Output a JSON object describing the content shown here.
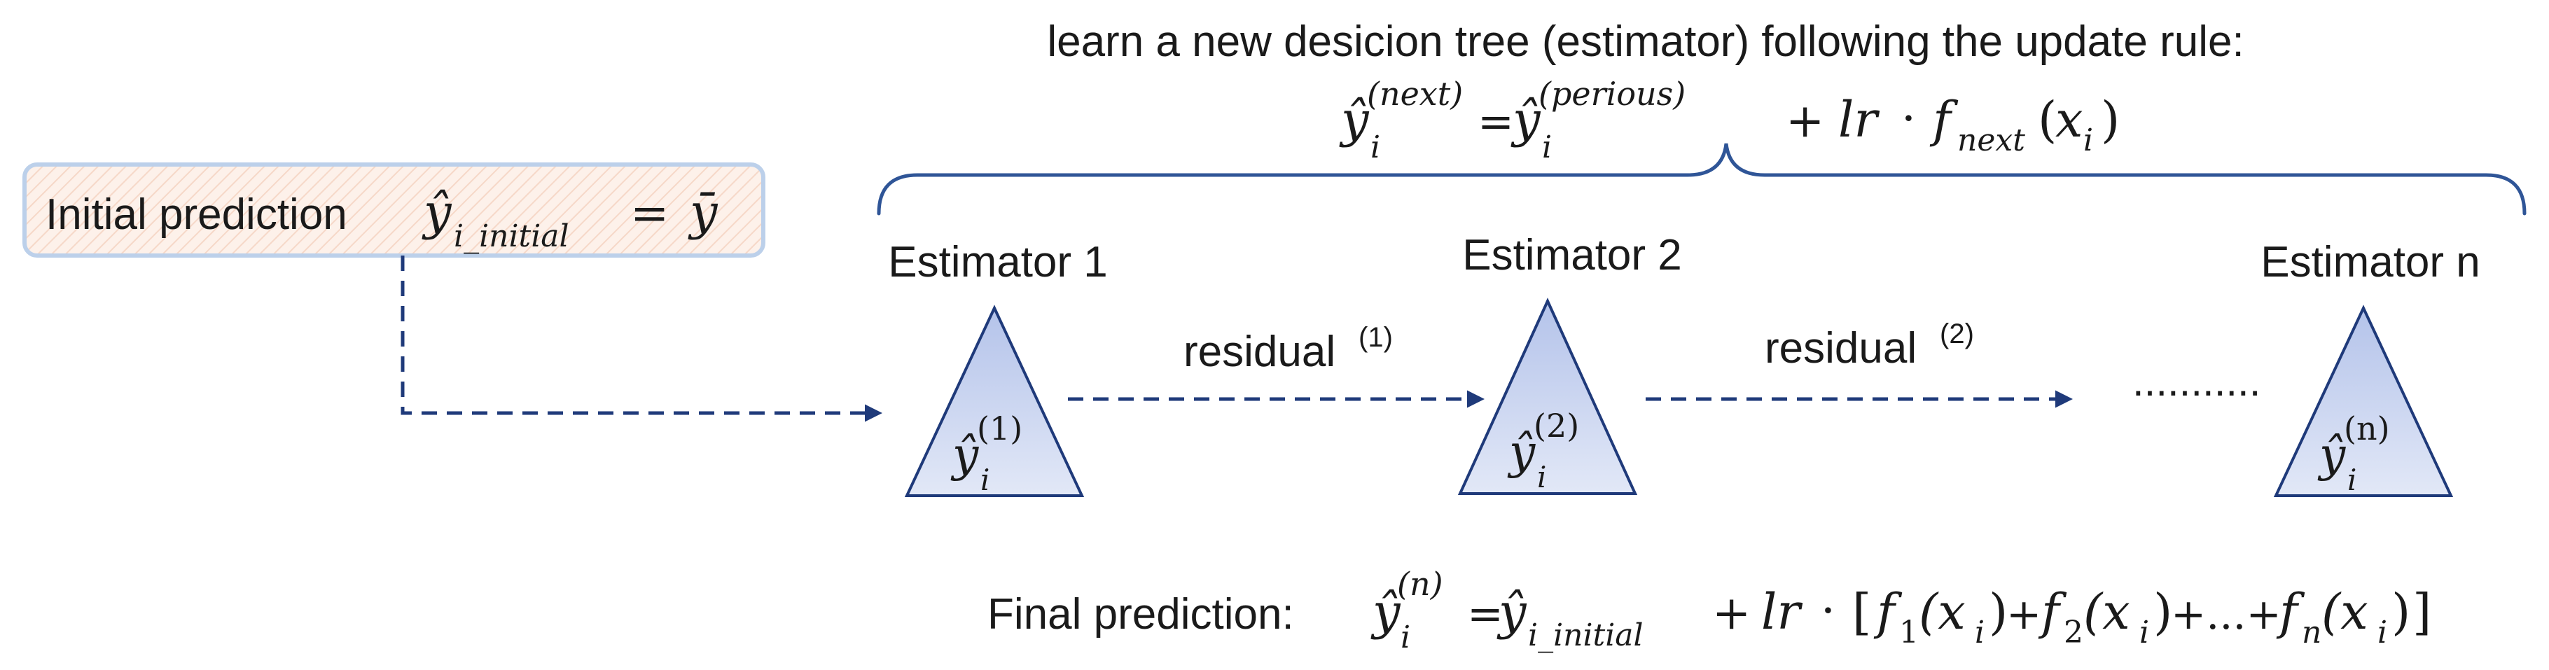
{
  "header": {
    "caption": "learn a new desicion tree (estimator) following the update rule:",
    "update_rule": {
      "lhs_var": "ŷ",
      "lhs_sub": "i",
      "lhs_sup": "(next)",
      "equals": "=",
      "rhs_var": "ŷ",
      "rhs_sub": "i",
      "rhs_sup": "(perious)",
      "plus": "+",
      "lr": "lr",
      "dot": "·",
      "func": "f",
      "func_sub": "next",
      "arg_open": "(",
      "arg_var": "x",
      "arg_sub": "i",
      "arg_close": ")"
    }
  },
  "initial": {
    "label": "Initial prediction",
    "var": "ŷ",
    "sub": "i_initial",
    "equals": "=",
    "rhs": "ȳ"
  },
  "estimators": [
    {
      "title": "Estimator 1",
      "var": "ŷ",
      "sub": "i",
      "sup": "(1)"
    },
    {
      "title": "Estimator 2",
      "var": "ŷ",
      "sub": "i",
      "sup": "(2)"
    },
    {
      "title": "Estimator n",
      "var": "ŷ",
      "sub": "i",
      "sup": "(n)"
    }
  ],
  "residuals": [
    {
      "label": "residual",
      "sup": "(1)"
    },
    {
      "label": "residual",
      "sup": "(2)"
    }
  ],
  "ellipsis": "...........",
  "final": {
    "label": "Final prediction:",
    "lhs_var": "ŷ",
    "lhs_sub": "i",
    "lhs_sup": "(n)",
    "equals": "=",
    "init_var": "ŷ",
    "init_sub": "i_initial",
    "plus": "+",
    "lr": "lr",
    "dot": "·",
    "open": "[",
    "terms": [
      {
        "func": "f",
        "sub": "1",
        "arg": "(x",
        "arg_sub": "i",
        "close": ")",
        "sep": "+"
      },
      {
        "func": "f",
        "sub": "2",
        "arg": "(x",
        "arg_sub": "i",
        "close": ")",
        "sep": "+...+"
      },
      {
        "func": "f",
        "sub": "n",
        "arg": "(x",
        "arg_sub": "i",
        "close": ")",
        "sep": ""
      }
    ],
    "close": "]"
  },
  "colors": {
    "arrow": "#1f3a7a",
    "brace": "#2f5597",
    "tree_top": "#b4c3ea",
    "tree_bottom": "#e2e8f7",
    "initial_box_fill": "#fdf1ea",
    "initial_box_border": "#bcd0ea"
  }
}
